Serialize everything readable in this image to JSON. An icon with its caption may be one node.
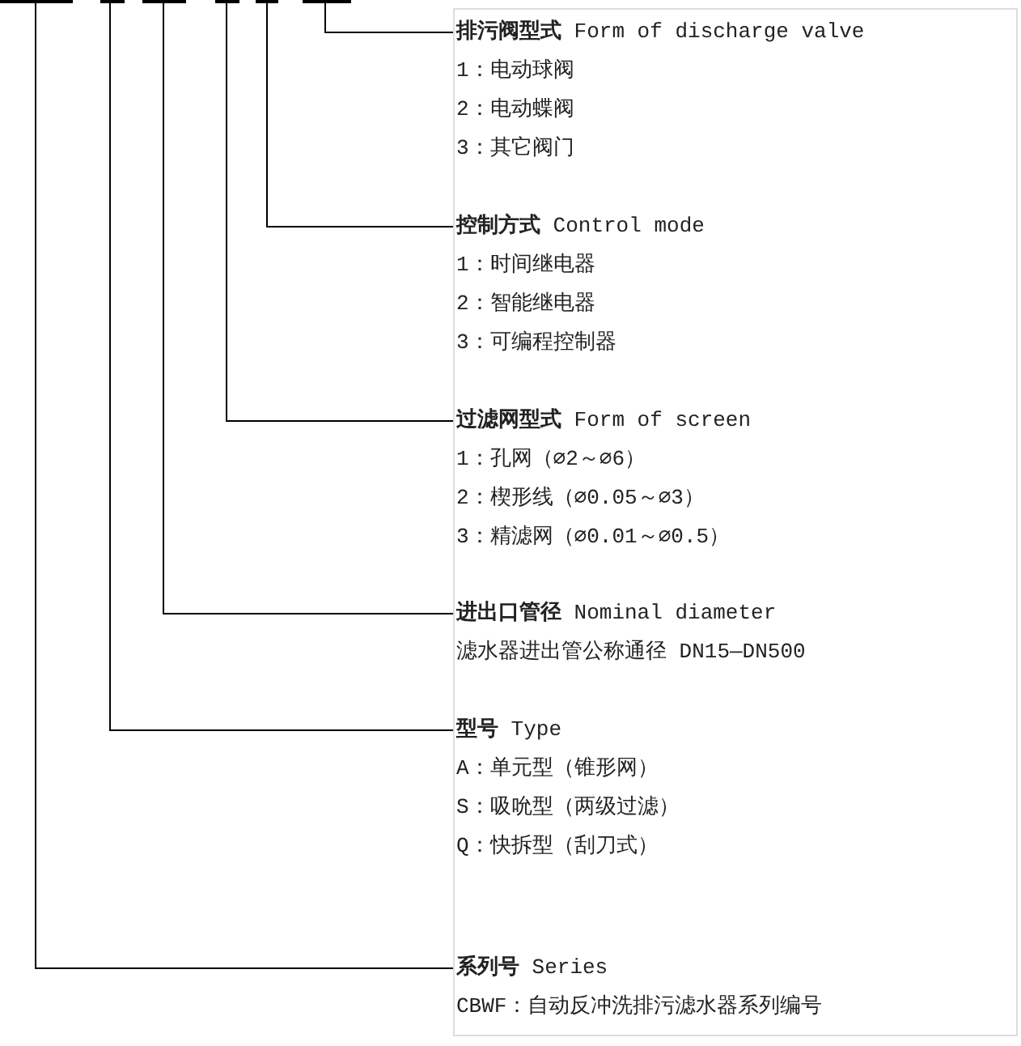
{
  "diagram": {
    "nodes": [
      {
        "text": [],
        "shape": "bar"
      },
      {
        "text": [],
        "shape": "bar"
      },
      {
        "text": [],
        "shape": "bar"
      },
      {
        "text": [],
        "shape": "bar"
      },
      {
        "text": [],
        "shape": "bar"
      },
      {
        "text": [],
        "shape": "bar"
      },
      {
        "text": [
          "**排污阀型式** Form of discharge valve",
          "1：电动球阀",
          "2：电动蝶阀",
          "3：其它阀门"
        ]
      },
      {
        "text": [
          "**控制方式** Control mode",
          "1：时间继电器",
          "2：智能继电器",
          "3：可编程控制器"
        ]
      },
      {
        "text": [
          "**过滤网型式** Form of screen",
          "1：孔网（⌀2～⌀6）",
          "2：楔形线（⌀0.05～⌀3）",
          "3：精滤网（⌀0.01～⌀0.5）"
        ]
      },
      {
        "text": [
          "**进出口管径** Nominal diameter",
          "滤水器进出管公称通径 DN15—DN500"
        ]
      },
      {
        "text": [
          "**型号** Type",
          "A：单元型（锥形网）",
          "S：吸吮型（两级过滤）",
          "Q：快拆型（刮刀式）"
        ]
      },
      {
        "text": [
          "**系列号** Series",
          "CBWF：自动反冲洗排污滤水器系列编号"
        ]
      }
    ],
    "edges": [
      {
        "from": 5,
        "to": 6,
        "arrow": "none"
      },
      {
        "from": 4,
        "to": 7,
        "arrow": "none"
      },
      {
        "from": 3,
        "to": 8,
        "arrow": "none"
      },
      {
        "from": 2,
        "to": 9,
        "arrow": "none"
      },
      {
        "from": 1,
        "to": 10,
        "arrow": "none"
      },
      {
        "from": 0,
        "to": 11,
        "arrow": "none"
      }
    ]
  }
}
